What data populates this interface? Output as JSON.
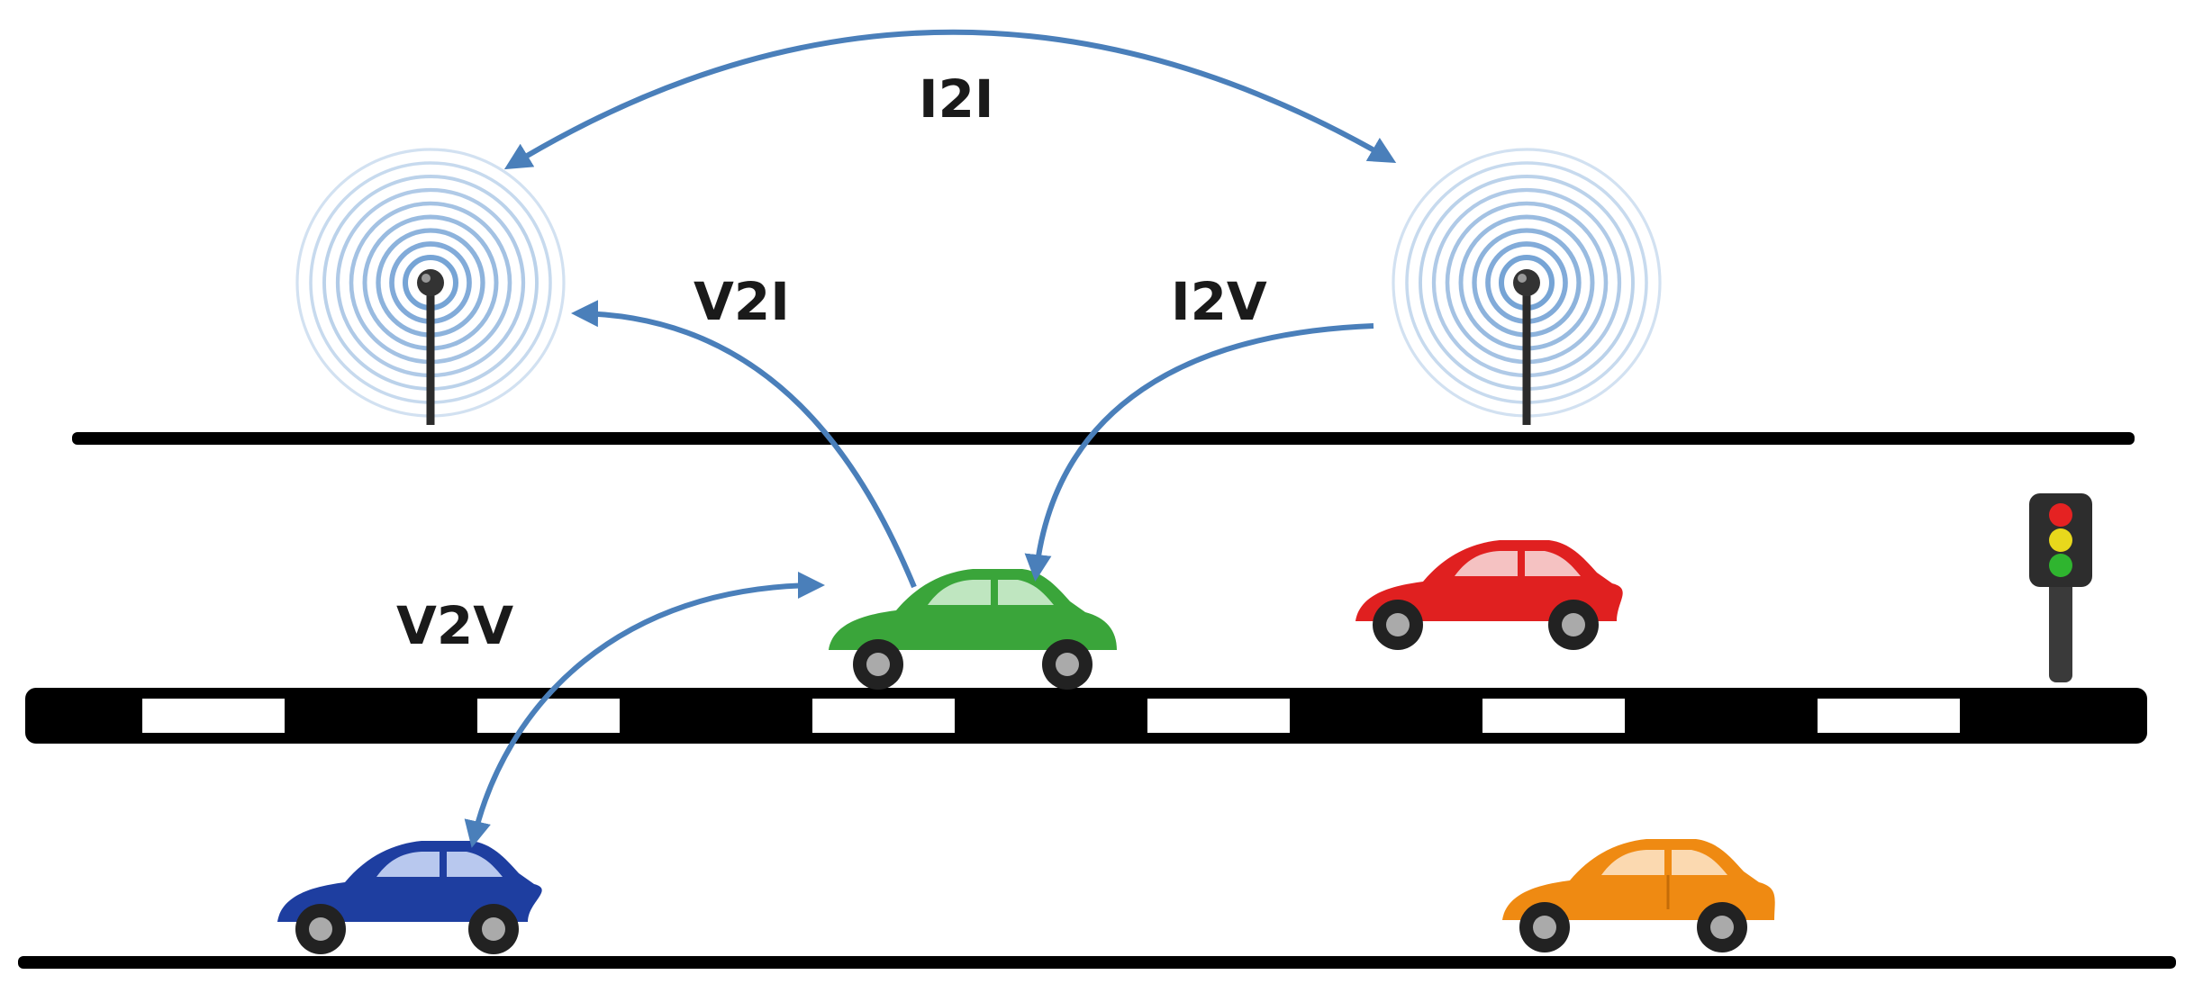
{
  "labels": {
    "i2i": "I2I",
    "v2i": "V2I",
    "i2v": "I2V",
    "v2v": "V2V"
  },
  "colors": {
    "arrow": "#4a7fba",
    "signal_ring": "#6f9fd3",
    "road": "#000000",
    "lane_dash": "#ffffff",
    "car_green": "#3aa53a",
    "car_red": "#e02020",
    "car_blue": "#1e3ea0",
    "car_orange": "#ef8a12",
    "traffic_light_red": "#e52222",
    "traffic_light_yellow": "#e8d81c",
    "traffic_light_green": "#2fb52f"
  },
  "icons": [
    "antenna-icon",
    "car-icon",
    "traffic-light-icon"
  ]
}
